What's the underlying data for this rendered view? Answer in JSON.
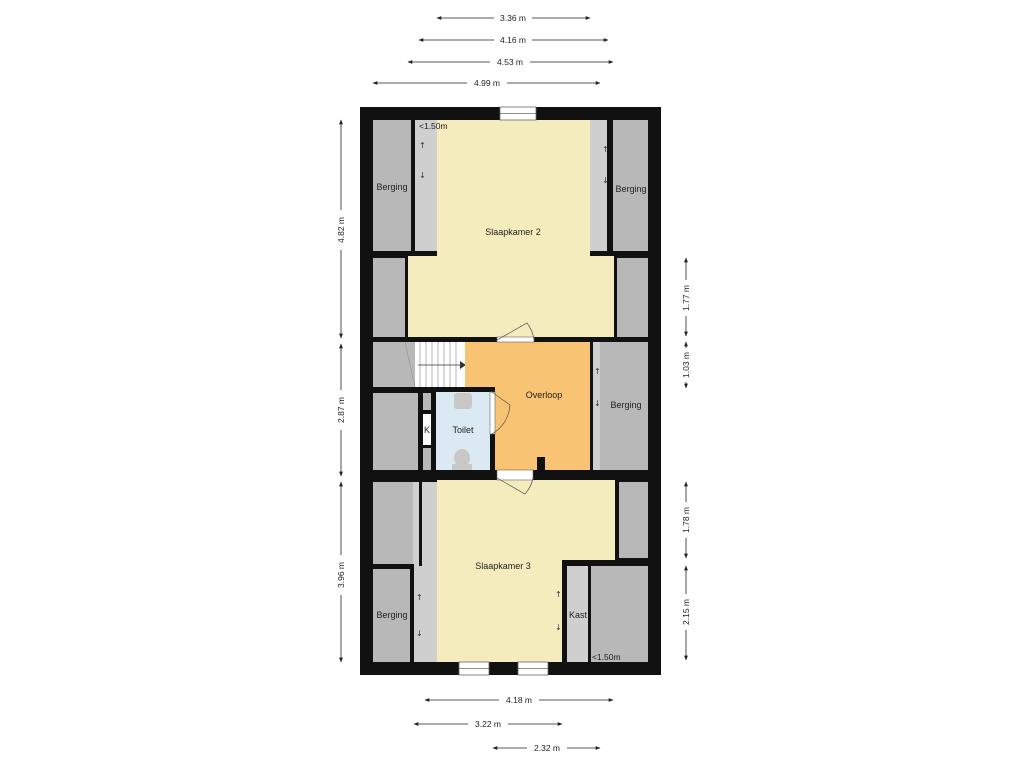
{
  "rooms": {
    "slaapkamer2": "Slaapkamer 2",
    "slaapkamer3": "Slaapkamer 3",
    "overloop": "Overloop",
    "toilet": "Toilet",
    "berging_tl": "Berging",
    "berging_tr": "Berging",
    "berging_mr": "Berging",
    "berging_bl": "Berging",
    "kast": "Kast",
    "k": "K"
  },
  "notes": {
    "top_height": "<1.50m",
    "bottom_height": "<1.50m"
  },
  "dimensions": {
    "top": [
      "3.36 m",
      "4.16 m",
      "4.53 m",
      "4.99 m"
    ],
    "bottom": [
      "4.18 m",
      "3.22 m",
      "2.32 m"
    ],
    "left": [
      "4.82 m",
      "2.87 m",
      "3.96 m"
    ],
    "right": [
      "1.77 m",
      "1.03 m",
      "1.78 m",
      "2.15 m"
    ]
  },
  "colors": {
    "wall": "#111111",
    "bedroom": "#f5ecbd",
    "landing": "#f8c373",
    "toilet": "#dbeaf2",
    "storage": "#b8b8b8",
    "low_ceiling": "#cfcfcf"
  }
}
